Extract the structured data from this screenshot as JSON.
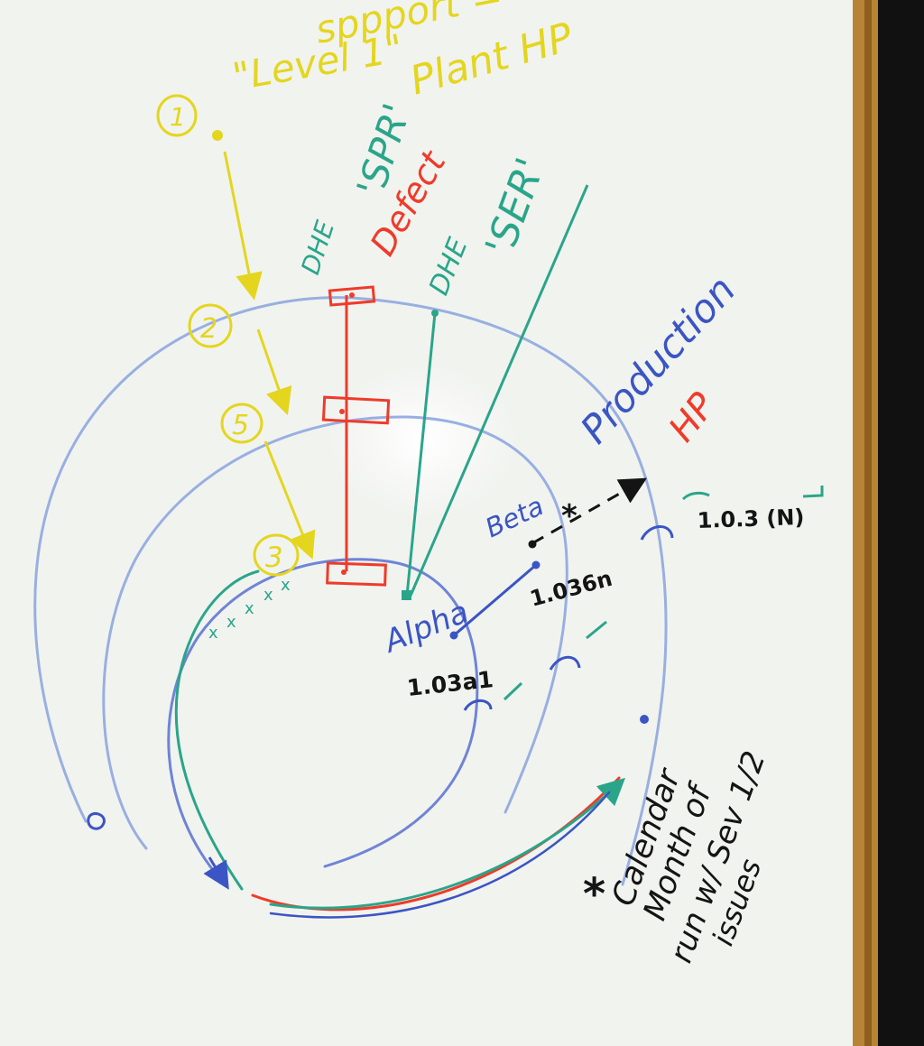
{
  "whiteboard": {
    "top_note": {
      "line1": "\"Level 1\"",
      "line2": "sppport =",
      "line3": "Plant HP"
    },
    "step_markers": [
      "1",
      "2",
      "5",
      "3"
    ],
    "defect_labels": {
      "dhe_left": "DHE",
      "spr": "'SPR'",
      "defect": "Defect",
      "dhe_right": "DHE",
      "ser": "'SER'"
    },
    "stages": {
      "alpha": "Alpha",
      "beta": "Beta",
      "production": "Production",
      "hp": "HP"
    },
    "versions": {
      "v1": "1.03a1",
      "v2": "1.036n",
      "v3": "1.0.3 (N)"
    },
    "footnote": {
      "asterisk": "*",
      "lines": [
        "Calendar",
        "Month of",
        "run w/ Sev 1/2",
        "issues"
      ]
    },
    "colors": {
      "yellow": "#e4d61f",
      "red": "#ef3b2a",
      "teal": "#2aa58a",
      "blue": "#3b55c4",
      "black": "#141414"
    }
  }
}
